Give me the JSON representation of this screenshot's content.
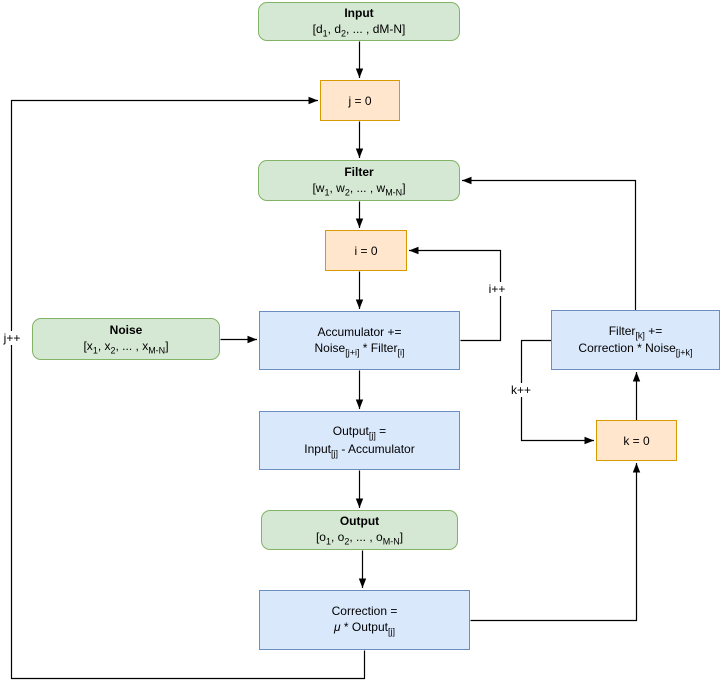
{
  "colors": {
    "background": "#ffffff",
    "text": "#000000",
    "line": "#000000",
    "green_fill": "#d5e8d4",
    "green_stroke": "#82b366",
    "orange_fill": "#ffe6cc",
    "orange_stroke": "#d79b00",
    "blue_fill": "#dae8fc",
    "blue_stroke": "#6c8ebf"
  },
  "nodes": {
    "input": {
      "title": "Input",
      "line": [
        {
          "t": "[d"
        },
        {
          "s": "1"
        },
        {
          "t": ", d"
        },
        {
          "s": "2"
        },
        {
          "t": ", ... , dM-N]"
        }
      ]
    },
    "j0": {
      "line": [
        {
          "t": "j = 0"
        }
      ]
    },
    "filter": {
      "title": "Filter",
      "line": [
        {
          "t": "[w"
        },
        {
          "s": "1"
        },
        {
          "t": ", w"
        },
        {
          "s": "2"
        },
        {
          "t": ", ... , w"
        },
        {
          "s": "M-N"
        },
        {
          "t": "]"
        }
      ]
    },
    "i0": {
      "line": [
        {
          "t": "i = 0"
        }
      ]
    },
    "noise": {
      "title": "Noise",
      "line": [
        {
          "t": "[x"
        },
        {
          "s": "1"
        },
        {
          "t": ", x"
        },
        {
          "s": "2"
        },
        {
          "t": ", ... , x"
        },
        {
          "s": "M-N"
        },
        {
          "t": "]"
        }
      ]
    },
    "accumulator": {
      "line1": [
        {
          "t": "Accumulator +="
        }
      ],
      "line2": [
        {
          "t": "Noise"
        },
        {
          "s": "[j+i]"
        },
        {
          "t": " * Filter"
        },
        {
          "s": "[i]"
        }
      ]
    },
    "output_j": {
      "line1": [
        {
          "t": "Output"
        },
        {
          "s": "[j]"
        },
        {
          "t": " ="
        }
      ],
      "line2": [
        {
          "t": "Input"
        },
        {
          "s": "[j]"
        },
        {
          "t": " - Accumulator"
        }
      ]
    },
    "output": {
      "title": "Output",
      "line": [
        {
          "t": "[o"
        },
        {
          "s": "1"
        },
        {
          "t": ", o"
        },
        {
          "s": "2"
        },
        {
          "t": ", ... , o"
        },
        {
          "s": "M-N"
        },
        {
          "t": "]"
        }
      ]
    },
    "correction": {
      "line1": [
        {
          "t": "Correction ="
        }
      ],
      "line2": [
        {
          "t": "μ",
          "i": true
        },
        {
          "t": " * Output"
        },
        {
          "s": "[j]"
        }
      ]
    },
    "filter_k": {
      "line1": [
        {
          "t": "Filter"
        },
        {
          "s": "[k]"
        },
        {
          "t": " +="
        }
      ],
      "line2": [
        {
          "t": "Correction * Noise"
        },
        {
          "s": "[j+k]"
        }
      ]
    },
    "k0": {
      "line": [
        {
          "t": "k = 0"
        }
      ]
    }
  },
  "loop_labels": {
    "i_inc": "i++",
    "j_inc": "j++",
    "k_inc": "k++"
  }
}
